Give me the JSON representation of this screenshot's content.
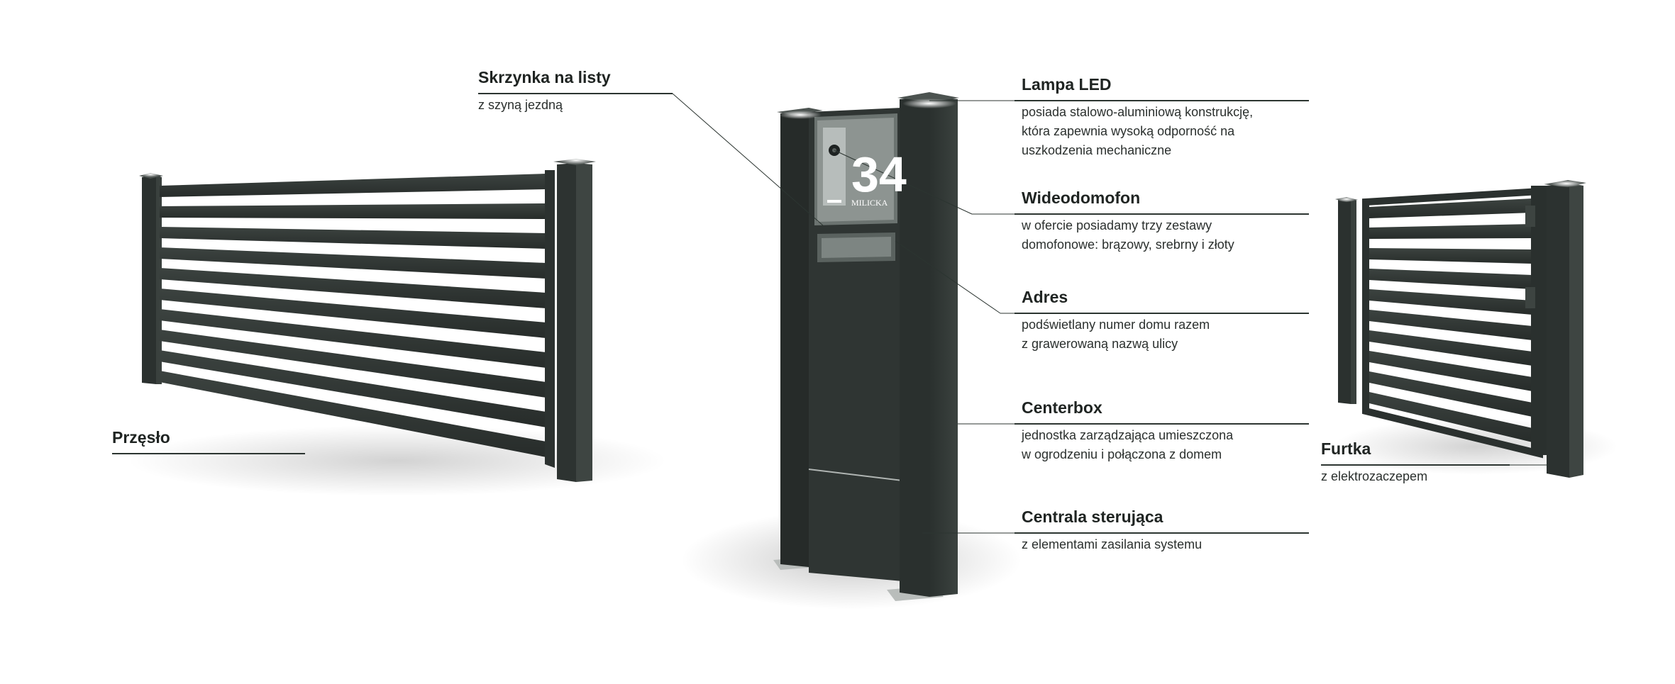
{
  "labels": {
    "skrzynka": {
      "title": "Skrzynka na listy",
      "desc": [
        "z szyną jezdną"
      ]
    },
    "lampa": {
      "title": "Lampa LED",
      "desc": [
        "posiada stalowo-aluminiową konstrukcję,",
        "która zapewnia wysoką odporność na",
        "uszkodzenia mechaniczne"
      ]
    },
    "wideodomofon": {
      "title": "Wideodomofon",
      "desc": [
        "w ofercie posiadamy trzy zestawy",
        "domofonowe: brązowy, srebrny i złoty"
      ]
    },
    "adres": {
      "title": "Adres",
      "desc": [
        "podświetlany numer domu razem",
        "z grawerowaną nazwą ulicy"
      ]
    },
    "centerbox": {
      "title": "Centerbox",
      "desc": [
        "jednostka zarządzająca umieszczona",
        "w ogrodzeniu i połączona z domem"
      ]
    },
    "centrala": {
      "title": "Centrala sterująca",
      "desc": [
        "z elementami zasilania systemu"
      ]
    },
    "przeslo": {
      "title": "Przęsło",
      "desc": []
    },
    "furtka": {
      "title": "Furtka",
      "desc": [
        "z elektrozaczepem"
      ]
    }
  },
  "post_sign": {
    "number": "34",
    "street": "MILICKA"
  },
  "colors": {
    "metal": "#2f3533",
    "metal_light": "#3d4441",
    "accent_line": "#2c3531",
    "text": "#1f2422"
  }
}
